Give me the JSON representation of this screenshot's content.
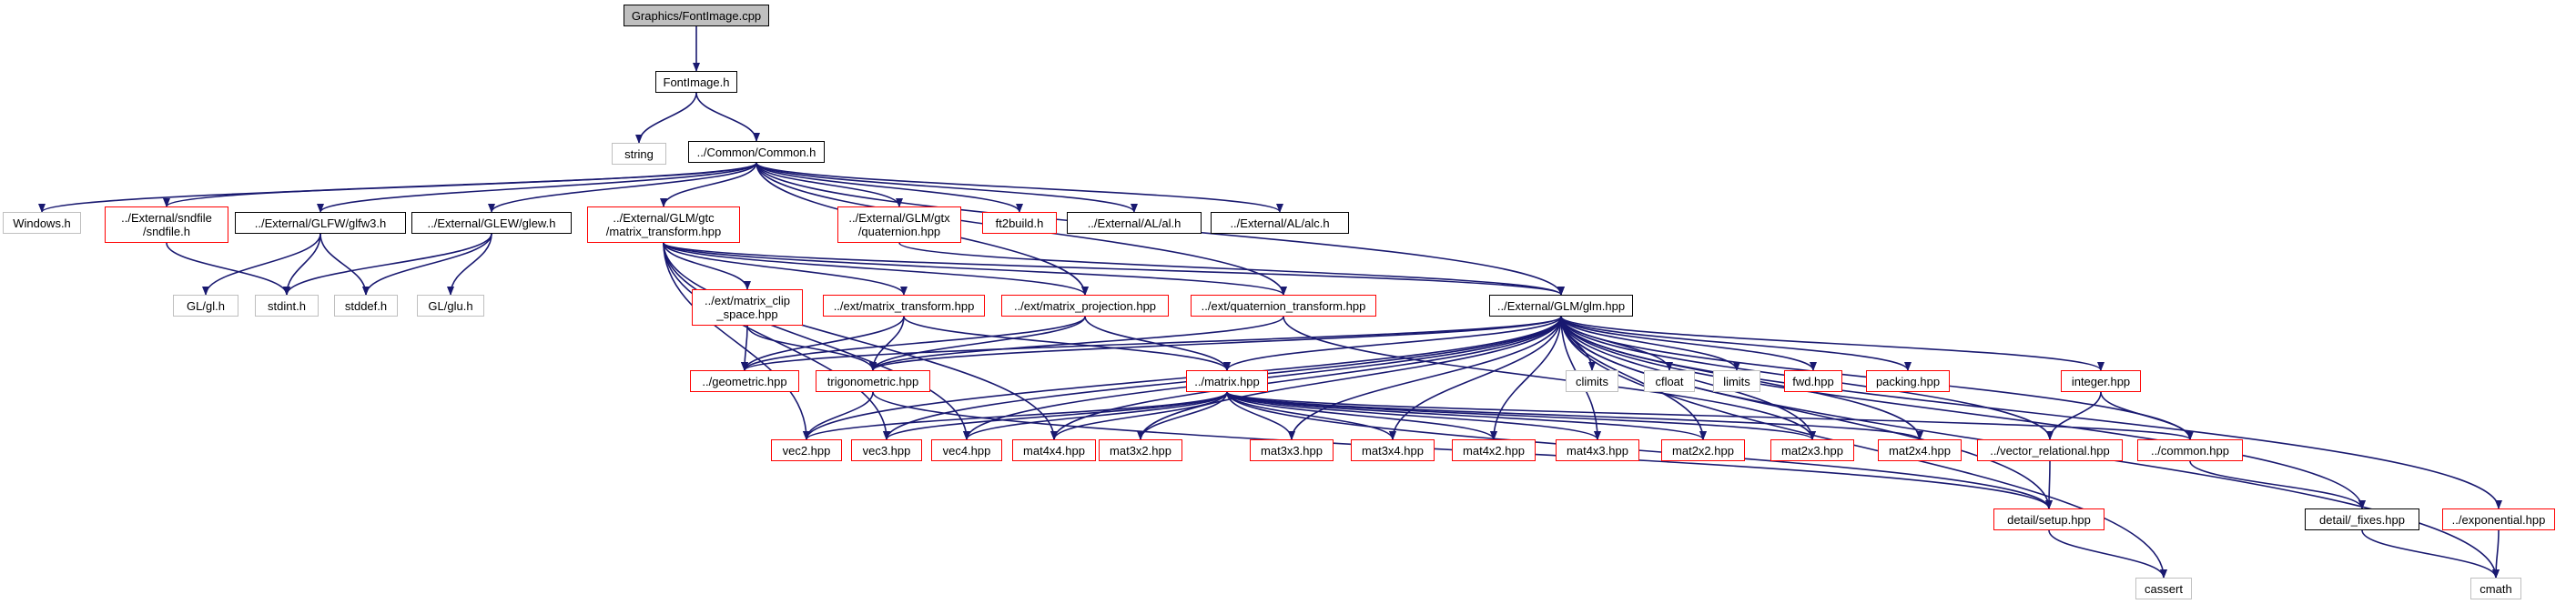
{
  "diagram": {
    "type": "include-dependency-graph",
    "colors": {
      "edge": "#191970",
      "root_fill": "#bfbfbf",
      "documented_border": "#000000",
      "incomplete_border": "#ff0000",
      "external_border": "#bfbfbf"
    },
    "nodes": [
      {
        "id": "root",
        "label": "Graphics/FontImage.cpp",
        "kind": "root"
      },
      {
        "id": "fontimage_h",
        "label": "FontImage.h",
        "kind": "black"
      },
      {
        "id": "string",
        "label": "string",
        "kind": "grey"
      },
      {
        "id": "common_h",
        "label": "../Common/Common.h",
        "kind": "black"
      },
      {
        "id": "windows_h",
        "label": "Windows.h",
        "kind": "grey"
      },
      {
        "id": "sndfile_h",
        "label": "../External/sndfile\n/sndfile.h",
        "kind": "red"
      },
      {
        "id": "glfw3_h",
        "label": "../External/GLFW/glfw3.h",
        "kind": "black"
      },
      {
        "id": "glew_h",
        "label": "../External/GLEW/glew.h",
        "kind": "black"
      },
      {
        "id": "matrix_transform_hpp",
        "label": "../External/GLM/gtc\n/matrix_transform.hpp",
        "kind": "red"
      },
      {
        "id": "quaternion_hpp",
        "label": "../External/GLM/gtx\n/quaternion.hpp",
        "kind": "red"
      },
      {
        "id": "ft2build_h",
        "label": "ft2build.h",
        "kind": "red"
      },
      {
        "id": "al_h",
        "label": "../External/AL/al.h",
        "kind": "black"
      },
      {
        "id": "alc_h",
        "label": "../External/AL/alc.h",
        "kind": "black"
      },
      {
        "id": "gl_h",
        "label": "GL/gl.h",
        "kind": "grey"
      },
      {
        "id": "stdint_h",
        "label": "stdint.h",
        "kind": "grey"
      },
      {
        "id": "stddef_h",
        "label": "stddef.h",
        "kind": "grey"
      },
      {
        "id": "glu_h",
        "label": "GL/glu.h",
        "kind": "grey"
      },
      {
        "id": "ext_clip_space",
        "label": "../ext/matrix_clip\n_space.hpp",
        "kind": "red"
      },
      {
        "id": "ext_matrix_transform",
        "label": "../ext/matrix_transform.hpp",
        "kind": "red"
      },
      {
        "id": "ext_matrix_projection",
        "label": "../ext/matrix_projection.hpp",
        "kind": "red"
      },
      {
        "id": "ext_quaternion_transform",
        "label": "../ext/quaternion_transform.hpp",
        "kind": "red"
      },
      {
        "id": "glm_hpp",
        "label": "../External/GLM/glm.hpp",
        "kind": "black"
      },
      {
        "id": "geometric_hpp",
        "label": "../geometric.hpp",
        "kind": "red"
      },
      {
        "id": "trigonometric_hpp",
        "label": "trigonometric.hpp",
        "kind": "red"
      },
      {
        "id": "matrix_hpp",
        "label": "../matrix.hpp",
        "kind": "red"
      },
      {
        "id": "climits",
        "label": "climits",
        "kind": "grey"
      },
      {
        "id": "cfloat",
        "label": "cfloat",
        "kind": "grey"
      },
      {
        "id": "limits",
        "label": "limits",
        "kind": "grey"
      },
      {
        "id": "fwd_hpp",
        "label": "fwd.hpp",
        "kind": "red"
      },
      {
        "id": "packing_hpp",
        "label": "packing.hpp",
        "kind": "red"
      },
      {
        "id": "integer_hpp",
        "label": "integer.hpp",
        "kind": "red"
      },
      {
        "id": "vec2_hpp",
        "label": "vec2.hpp",
        "kind": "red"
      },
      {
        "id": "vec3_hpp",
        "label": "vec3.hpp",
        "kind": "red"
      },
      {
        "id": "vec4_hpp",
        "label": "vec4.hpp",
        "kind": "red"
      },
      {
        "id": "mat4x4_hpp",
        "label": "mat4x4.hpp",
        "kind": "red"
      },
      {
        "id": "mat3x2_hpp",
        "label": "mat3x2.hpp",
        "kind": "red"
      },
      {
        "id": "mat3x3_hpp",
        "label": "mat3x3.hpp",
        "kind": "red"
      },
      {
        "id": "mat3x4_hpp",
        "label": "mat3x4.hpp",
        "kind": "red"
      },
      {
        "id": "mat4x2_hpp",
        "label": "mat4x2.hpp",
        "kind": "red"
      },
      {
        "id": "mat4x3_hpp",
        "label": "mat4x3.hpp",
        "kind": "red"
      },
      {
        "id": "mat2x2_hpp",
        "label": "mat2x2.hpp",
        "kind": "red"
      },
      {
        "id": "mat2x3_hpp",
        "label": "mat2x3.hpp",
        "kind": "red"
      },
      {
        "id": "mat2x4_hpp",
        "label": "mat2x4.hpp",
        "kind": "red"
      },
      {
        "id": "vector_relational_hpp",
        "label": "../vector_relational.hpp",
        "kind": "red"
      },
      {
        "id": "common_hpp",
        "label": "../common.hpp",
        "kind": "red"
      },
      {
        "id": "setup_hpp",
        "label": "detail/setup.hpp",
        "kind": "red"
      },
      {
        "id": "fixes_hpp",
        "label": "detail/_fixes.hpp",
        "kind": "black"
      },
      {
        "id": "exponential_hpp",
        "label": "../exponential.hpp",
        "kind": "red"
      },
      {
        "id": "cassert",
        "label": "cassert",
        "kind": "grey"
      },
      {
        "id": "cmath",
        "label": "cmath",
        "kind": "grey"
      }
    ],
    "edges": [
      [
        "root",
        "fontimage_h"
      ],
      [
        "fontimage_h",
        "string"
      ],
      [
        "fontimage_h",
        "common_h"
      ],
      [
        "common_h",
        "windows_h"
      ],
      [
        "common_h",
        "sndfile_h"
      ],
      [
        "common_h",
        "glfw3_h"
      ],
      [
        "common_h",
        "glew_h"
      ],
      [
        "common_h",
        "matrix_transform_hpp"
      ],
      [
        "common_h",
        "quaternion_hpp"
      ],
      [
        "common_h",
        "ft2build_h"
      ],
      [
        "common_h",
        "al_h"
      ],
      [
        "common_h",
        "alc_h"
      ],
      [
        "common_h",
        "glm_hpp"
      ],
      [
        "common_h",
        "ext_matrix_projection"
      ],
      [
        "common_h",
        "ext_quaternion_transform"
      ],
      [
        "sndfile_h",
        "stdint_h"
      ],
      [
        "glfw3_h",
        "gl_h"
      ],
      [
        "glfw3_h",
        "stdint_h"
      ],
      [
        "glfw3_h",
        "stddef_h"
      ],
      [
        "glew_h",
        "stdint_h"
      ],
      [
        "glew_h",
        "stddef_h"
      ],
      [
        "glew_h",
        "glu_h"
      ],
      [
        "matrix_transform_hpp",
        "ext_clip_space"
      ],
      [
        "matrix_transform_hpp",
        "ext_matrix_transform"
      ],
      [
        "matrix_transform_hpp",
        "ext_matrix_projection"
      ],
      [
        "matrix_transform_hpp",
        "ext_quaternion_transform"
      ],
      [
        "matrix_transform_hpp",
        "glm_hpp"
      ],
      [
        "matrix_transform_hpp",
        "vec2_hpp"
      ],
      [
        "matrix_transform_hpp",
        "vec3_hpp"
      ],
      [
        "matrix_transform_hpp",
        "vec4_hpp"
      ],
      [
        "matrix_transform_hpp",
        "mat4x4_hpp"
      ],
      [
        "quaternion_hpp",
        "glm_hpp"
      ],
      [
        "ext_clip_space",
        "geometric_hpp"
      ],
      [
        "ext_clip_space",
        "trigonometric_hpp"
      ],
      [
        "ext_matrix_transform",
        "geometric_hpp"
      ],
      [
        "ext_matrix_transform",
        "trigonometric_hpp"
      ],
      [
        "ext_matrix_transform",
        "matrix_hpp"
      ],
      [
        "ext_matrix_projection",
        "geometric_hpp"
      ],
      [
        "ext_matrix_projection",
        "trigonometric_hpp"
      ],
      [
        "ext_matrix_projection",
        "matrix_hpp"
      ],
      [
        "ext_quaternion_transform",
        "trigonometric_hpp"
      ],
      [
        "ext_quaternion_transform",
        "mat2x3_hpp"
      ],
      [
        "glm_hpp",
        "geometric_hpp"
      ],
      [
        "glm_hpp",
        "trigonometric_hpp"
      ],
      [
        "glm_hpp",
        "matrix_hpp"
      ],
      [
        "glm_hpp",
        "climits"
      ],
      [
        "glm_hpp",
        "cfloat"
      ],
      [
        "glm_hpp",
        "limits"
      ],
      [
        "glm_hpp",
        "fwd_hpp"
      ],
      [
        "glm_hpp",
        "packing_hpp"
      ],
      [
        "glm_hpp",
        "integer_hpp"
      ],
      [
        "glm_hpp",
        "vec2_hpp"
      ],
      [
        "glm_hpp",
        "vec3_hpp"
      ],
      [
        "glm_hpp",
        "vec4_hpp"
      ],
      [
        "glm_hpp",
        "mat4x4_hpp"
      ],
      [
        "glm_hpp",
        "mat3x2_hpp"
      ],
      [
        "glm_hpp",
        "mat3x3_hpp"
      ],
      [
        "glm_hpp",
        "mat3x4_hpp"
      ],
      [
        "glm_hpp",
        "mat4x2_hpp"
      ],
      [
        "glm_hpp",
        "mat4x3_hpp"
      ],
      [
        "glm_hpp",
        "mat2x2_hpp"
      ],
      [
        "glm_hpp",
        "mat2x3_hpp"
      ],
      [
        "glm_hpp",
        "mat2x4_hpp"
      ],
      [
        "glm_hpp",
        "vector_relational_hpp"
      ],
      [
        "glm_hpp",
        "common_hpp"
      ],
      [
        "glm_hpp",
        "setup_hpp"
      ],
      [
        "glm_hpp",
        "fixes_hpp"
      ],
      [
        "glm_hpp",
        "exponential_hpp"
      ],
      [
        "glm_hpp",
        "cassert"
      ],
      [
        "glm_hpp",
        "cmath"
      ],
      [
        "trigonometric_hpp",
        "vec2_hpp"
      ],
      [
        "trigonometric_hpp",
        "setup_hpp"
      ],
      [
        "matrix_hpp",
        "vec2_hpp"
      ],
      [
        "matrix_hpp",
        "vec3_hpp"
      ],
      [
        "matrix_hpp",
        "vec4_hpp"
      ],
      [
        "matrix_hpp",
        "mat4x4_hpp"
      ],
      [
        "matrix_hpp",
        "mat3x2_hpp"
      ],
      [
        "matrix_hpp",
        "mat3x3_hpp"
      ],
      [
        "matrix_hpp",
        "mat3x4_hpp"
      ],
      [
        "matrix_hpp",
        "mat4x2_hpp"
      ],
      [
        "matrix_hpp",
        "mat4x3_hpp"
      ],
      [
        "matrix_hpp",
        "mat2x2_hpp"
      ],
      [
        "matrix_hpp",
        "mat2x3_hpp"
      ],
      [
        "matrix_hpp",
        "mat2x4_hpp"
      ],
      [
        "matrix_hpp",
        "common_hpp"
      ],
      [
        "matrix_hpp",
        "setup_hpp"
      ],
      [
        "integer_hpp",
        "vector_relational_hpp"
      ],
      [
        "integer_hpp",
        "common_hpp"
      ],
      [
        "vector_relational_hpp",
        "setup_hpp"
      ],
      [
        "common_hpp",
        "fixes_hpp"
      ],
      [
        "setup_hpp",
        "cassert"
      ],
      [
        "fixes_hpp",
        "cmath"
      ],
      [
        "exponential_hpp",
        "cmath"
      ]
    ]
  }
}
